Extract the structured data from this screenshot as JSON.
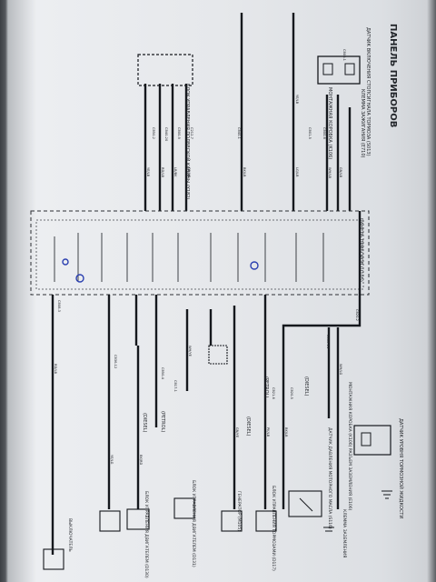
{
  "title": "ПАНЕЛЬ ПРИБОРОВ",
  "components": {
    "brake_light_switch": "ДАТЧИК ВКЛЮЧЕНИЯ СТОПСИГНАЛА ТОРМОЗА (S013)",
    "ignition_terminal": "КЛЕММА ЗАЖИГАНИЯ (E710)",
    "mount_box_top": "МОНТАЖНАЯ КОРОБКА (K106)",
    "instrument_panel": "ПАНЕЛЬ ПРИБОРОВ (U105)",
    "cab_control_unit": "БЛОК УПРАВЛЕНИЯ ПОДВЕСКОЙ КАБИНЫ (Y182)",
    "brake_fluid_sensor": "ДАТЧИК УРОВНЯ ТОРМОЗНОЙ ЖИДКОСТИ",
    "mount_box_bottom": "МОНТАЖНАЯ КОРОБКА (K106) РАЗЪЕМ ЗАЗЕМЛЕНИЯ (E106)",
    "oil_pressure_sensor": "ДАТЧИК ДАВЛЕНИЯ МОТОРНОГО МАСЛА (S116)",
    "ground_terminal": "КЛЕММА ЗАЗЕМЛЕНИЯ",
    "brake_control_unit": "БЛОК УПРАВЛЕНИЯ ТОРМОЗАМИ (D117)",
    "generator": "ГЕНЕРАТОР (M105)",
    "engine_control_diesel": "БЛОК УПРАВЛЕНИЯ ДВИГАТЕЛЕМ (D130)",
    "engine_control_petrol": "БЛОК УПРАВЛЕНИЯ ДВИГАТЕЛЕМ (D131)",
    "outer_switch": "ВЫКЛЮЧАТЕЛЬ"
  },
  "variant_tags": [
    "(DIESEL)",
    "(PETROL)",
    "(DIESEL)",
    "(PETROL)",
    "(DIESEL)"
  ],
  "connectors": [
    "C800-1",
    "C800-6",
    "C801-5",
    "C840-1",
    "C212-7",
    "C800-9",
    "C840-20",
    "C850-2",
    "C820-2",
    "C820-5",
    "C821-6",
    "C817-1",
    "C850-4",
    "C836-12",
    "C808-11",
    "C808-3"
  ],
  "wire_codes": [
    "YE/LB",
    "WH/LB",
    "GN/LB",
    "LG/LB",
    "BK/LB",
    "GN/LB",
    "LB/BK",
    "RD/LB",
    "YE/LB",
    "WH/LG",
    "BK/LB",
    "PK/LB",
    "GN/YE",
    "WH/YE",
    "BK/RD",
    "YE/LG",
    "RD/LB"
  ],
  "colors": {
    "wire": "#15181d",
    "ink": "#23262b",
    "paper": "#e9ebee",
    "marker": "#2a3fb0"
  }
}
